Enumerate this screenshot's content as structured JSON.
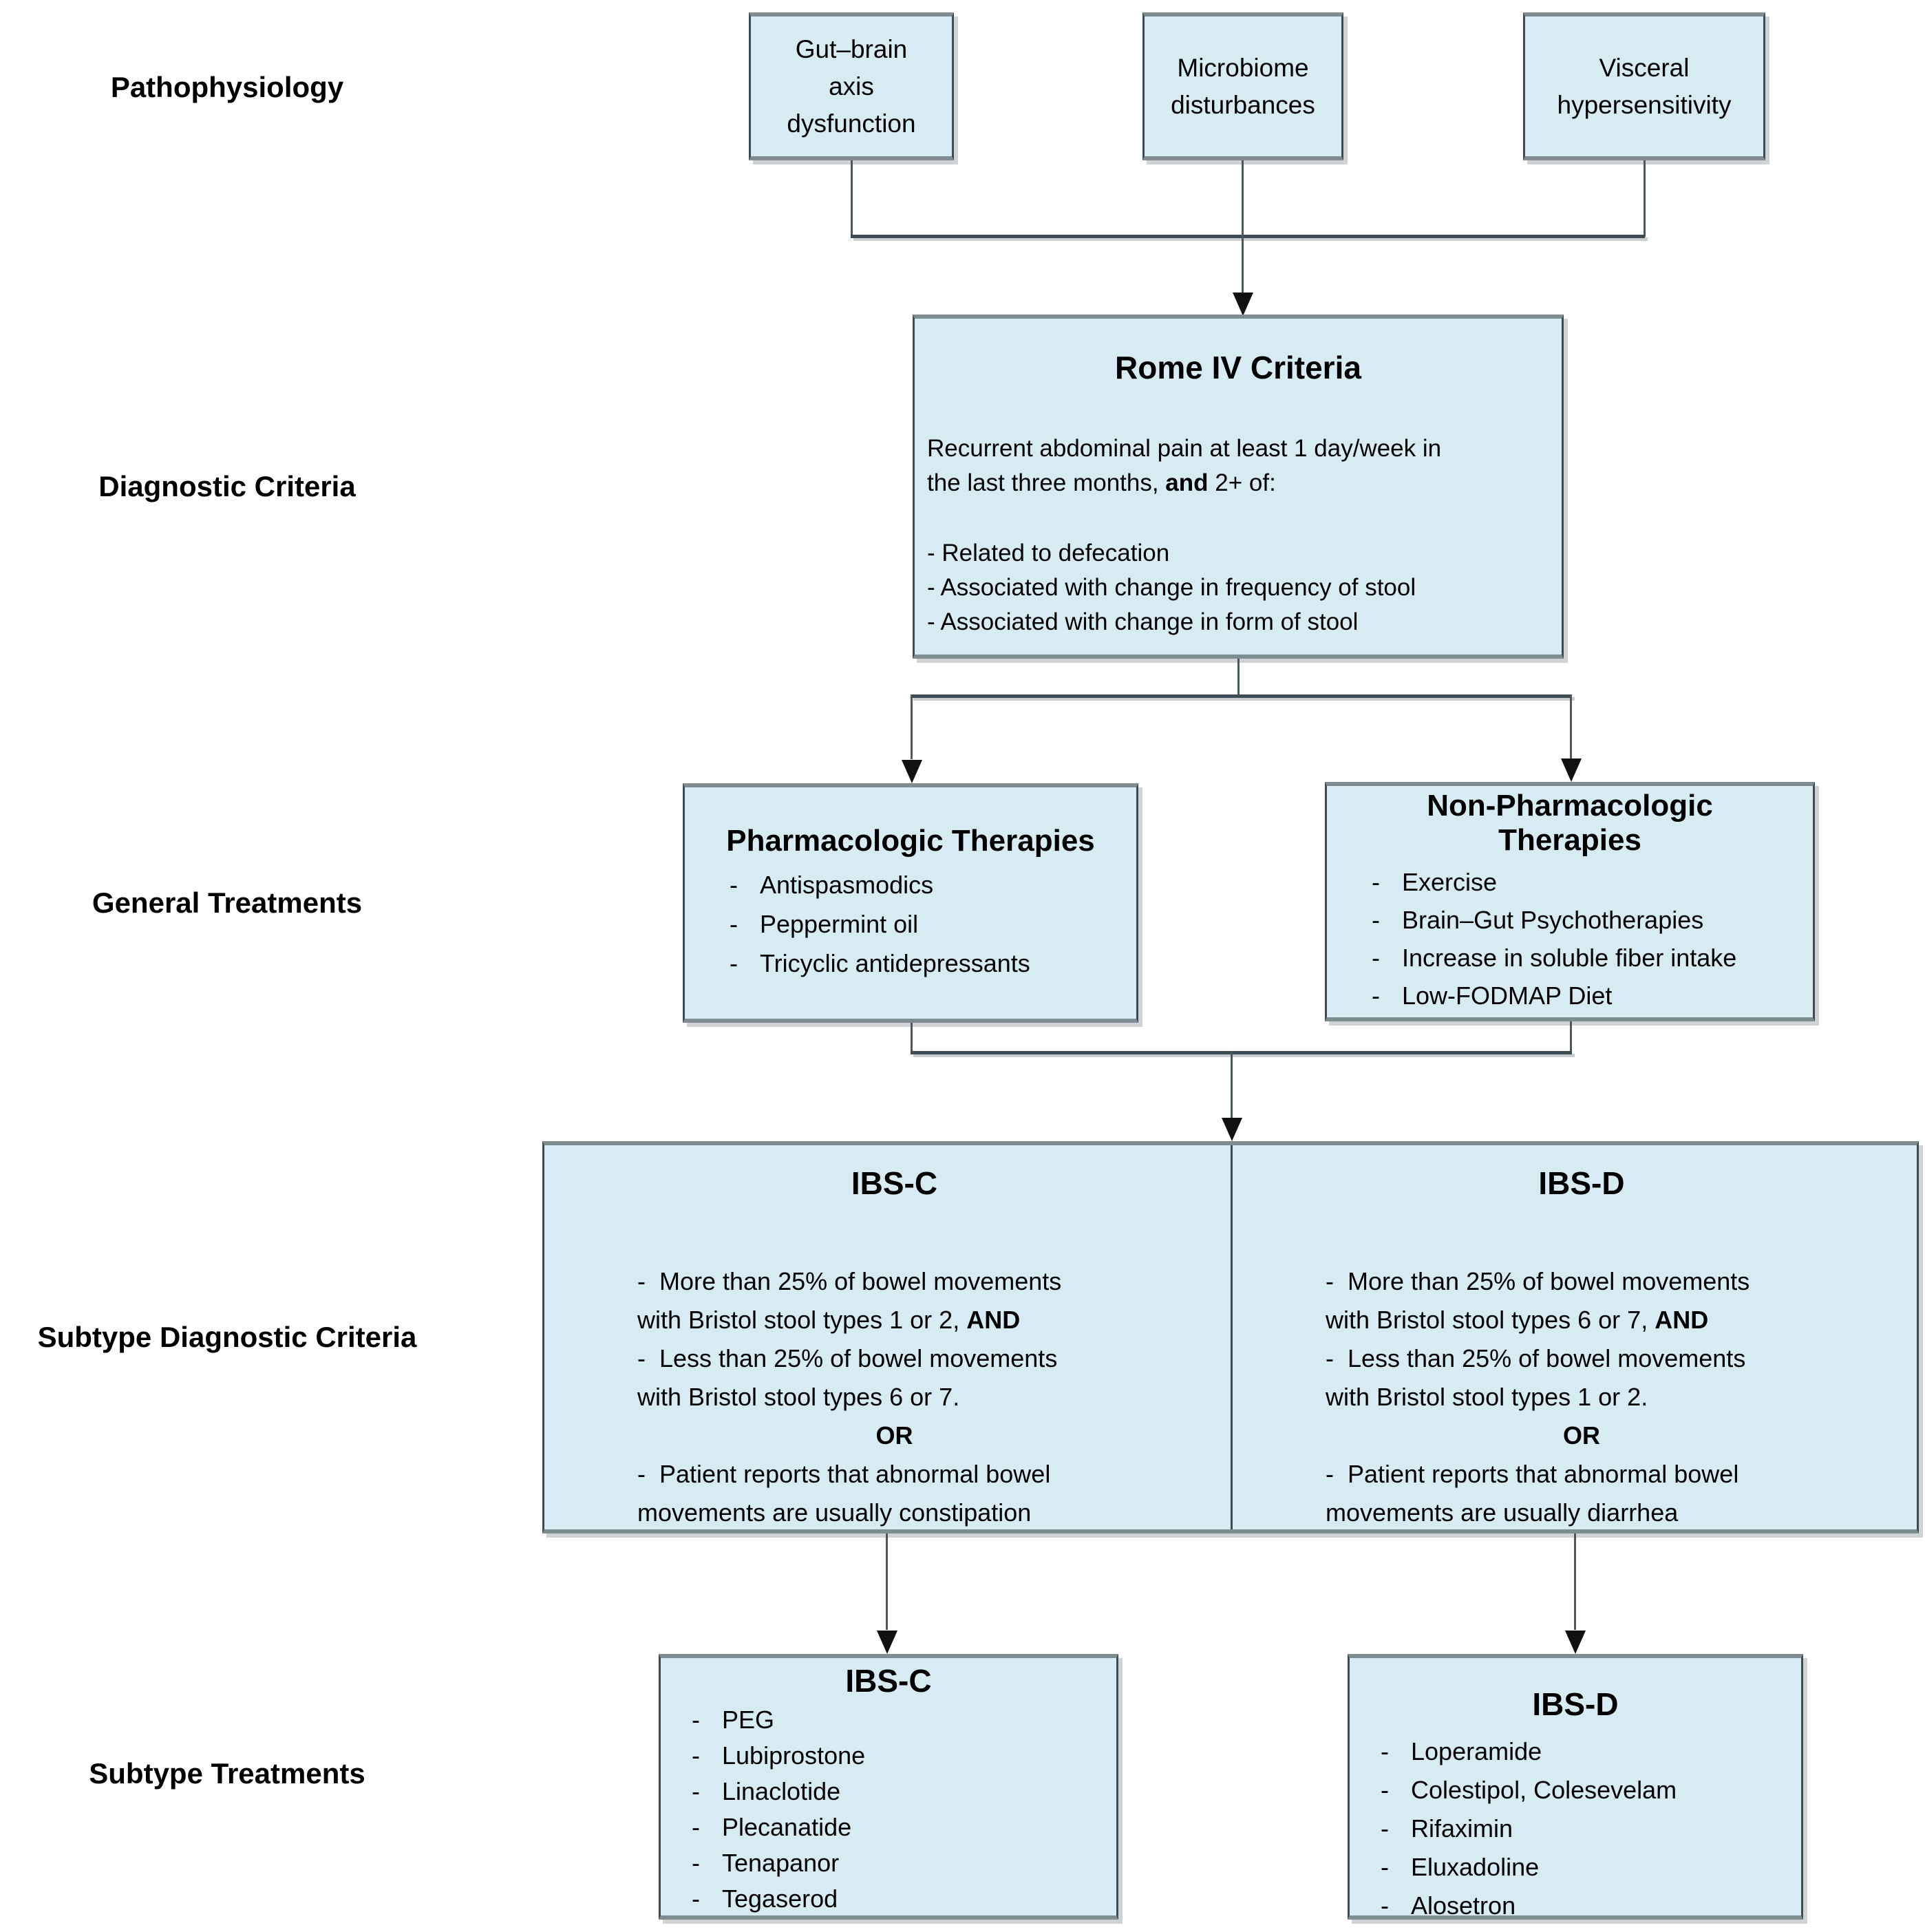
{
  "ui": {
    "bullet": "-"
  },
  "colors": {
    "box_fill": "#d7ebf3",
    "box_border": "#3d4c52",
    "box_edge": "#7f8d93",
    "connector": "#4d585c",
    "arrow": "#111111",
    "text_color": "#000000",
    "page_bg": "#ffffff"
  },
  "stage_labels": {
    "pathophysiology": "Pathophysiology",
    "diagnostic_criteria": "Diagnostic Criteria",
    "general_treatments": "General Treatments",
    "subtype_diagnostic_criteria": "Subtype Diagnostic Criteria",
    "subtype_treatments": "Subtype Treatments"
  },
  "pathophysiology_boxes": {
    "gut_brain": {
      "lines": [
        "Gut–brain",
        "axis",
        "dysfunction"
      ]
    },
    "microbiome": {
      "lines": [
        "Microbiome",
        "disturbances"
      ]
    },
    "visceral": {
      "lines": [
        "Visceral",
        "hypersensitivity"
      ]
    }
  },
  "rome": {
    "title": "Rome IV Criteria",
    "intro_lines": [
      [
        {
          "t": "Recurrent abdominal pain at least 1 day/week in"
        }
      ],
      [
        {
          "t": "the last three months, "
        },
        {
          "t": "and",
          "b": true
        },
        {
          "t": " 2+ of:"
        }
      ]
    ],
    "bullets": [
      "- Related to defecation",
      "- Associated with change in frequency of stool",
      "- Associated with change in form of stool"
    ]
  },
  "pharmacologic": {
    "title": "Pharmacologic Therapies",
    "items": [
      "Antispasmodics",
      "Peppermint oil",
      "Tricyclic antidepressants"
    ]
  },
  "non_pharmacologic": {
    "title_lines": [
      "Non-Pharmacologic",
      "Therapies"
    ],
    "items": [
      "Exercise",
      "Brain–Gut Psychotherapies",
      "Increase in soluble fiber intake",
      "Low-FODMAP Diet"
    ]
  },
  "subtype_criteria": {
    "ibs_c": {
      "title": "IBS-C",
      "lines": [
        {
          "align": "left",
          "segs": [
            {
              "t": "-  More than 25% of bowel movements"
            }
          ]
        },
        {
          "align": "left",
          "segs": [
            {
              "t": "with Bristol stool types 1 or 2, "
            },
            {
              "t": "AND",
              "b": true
            }
          ]
        },
        {
          "align": "left",
          "segs": [
            {
              "t": "-  Less than 25% of bowel movements"
            }
          ]
        },
        {
          "align": "left",
          "segs": [
            {
              "t": "with Bristol stool types 6 or 7."
            }
          ]
        },
        {
          "align": "center",
          "segs": [
            {
              "t": "OR",
              "b": true
            }
          ]
        },
        {
          "align": "left",
          "segs": [
            {
              "t": "-  Patient reports that abnormal bowel"
            }
          ]
        },
        {
          "align": "left",
          "segs": [
            {
              "t": "movements are usually constipation"
            }
          ]
        }
      ]
    },
    "ibs_d": {
      "title": "IBS-D",
      "lines": [
        {
          "align": "left",
          "segs": [
            {
              "t": "-  More than 25% of bowel movements"
            }
          ]
        },
        {
          "align": "left",
          "segs": [
            {
              "t": "with Bristol stool types 6 or 7, "
            },
            {
              "t": "AND",
              "b": true
            }
          ]
        },
        {
          "align": "left",
          "segs": [
            {
              "t": "-  Less than 25% of bowel movements"
            }
          ]
        },
        {
          "align": "left",
          "segs": [
            {
              "t": "with Bristol stool types 1 or 2."
            }
          ]
        },
        {
          "align": "center",
          "segs": [
            {
              "t": "OR",
              "b": true
            }
          ]
        },
        {
          "align": "left",
          "segs": [
            {
              "t": "-  Patient reports that abnormal bowel"
            }
          ]
        },
        {
          "align": "left",
          "segs": [
            {
              "t": "movements are usually diarrhea"
            }
          ]
        }
      ]
    }
  },
  "subtype_treatments": {
    "ibs_c": {
      "title": "IBS-C",
      "items": [
        "PEG",
        "Lubiprostone",
        "Linaclotide",
        "Plecanatide",
        "Tenapanor",
        "Tegaserod"
      ]
    },
    "ibs_d": {
      "title": "IBS-D",
      "items": [
        "Loperamide",
        "Colestipol, Colesevelam",
        "Rifaximin",
        "Eluxadoline",
        "Alosetron"
      ]
    }
  }
}
